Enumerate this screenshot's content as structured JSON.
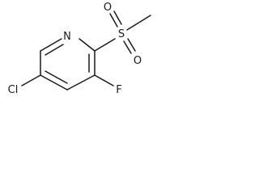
{
  "molecule": {
    "atoms": {
      "nitrogen": "N",
      "sulfur": "S",
      "oxygen_top": "O",
      "oxygen_bottom": "O",
      "fluorine": "F",
      "chlorine": "Cl"
    }
  }
}
